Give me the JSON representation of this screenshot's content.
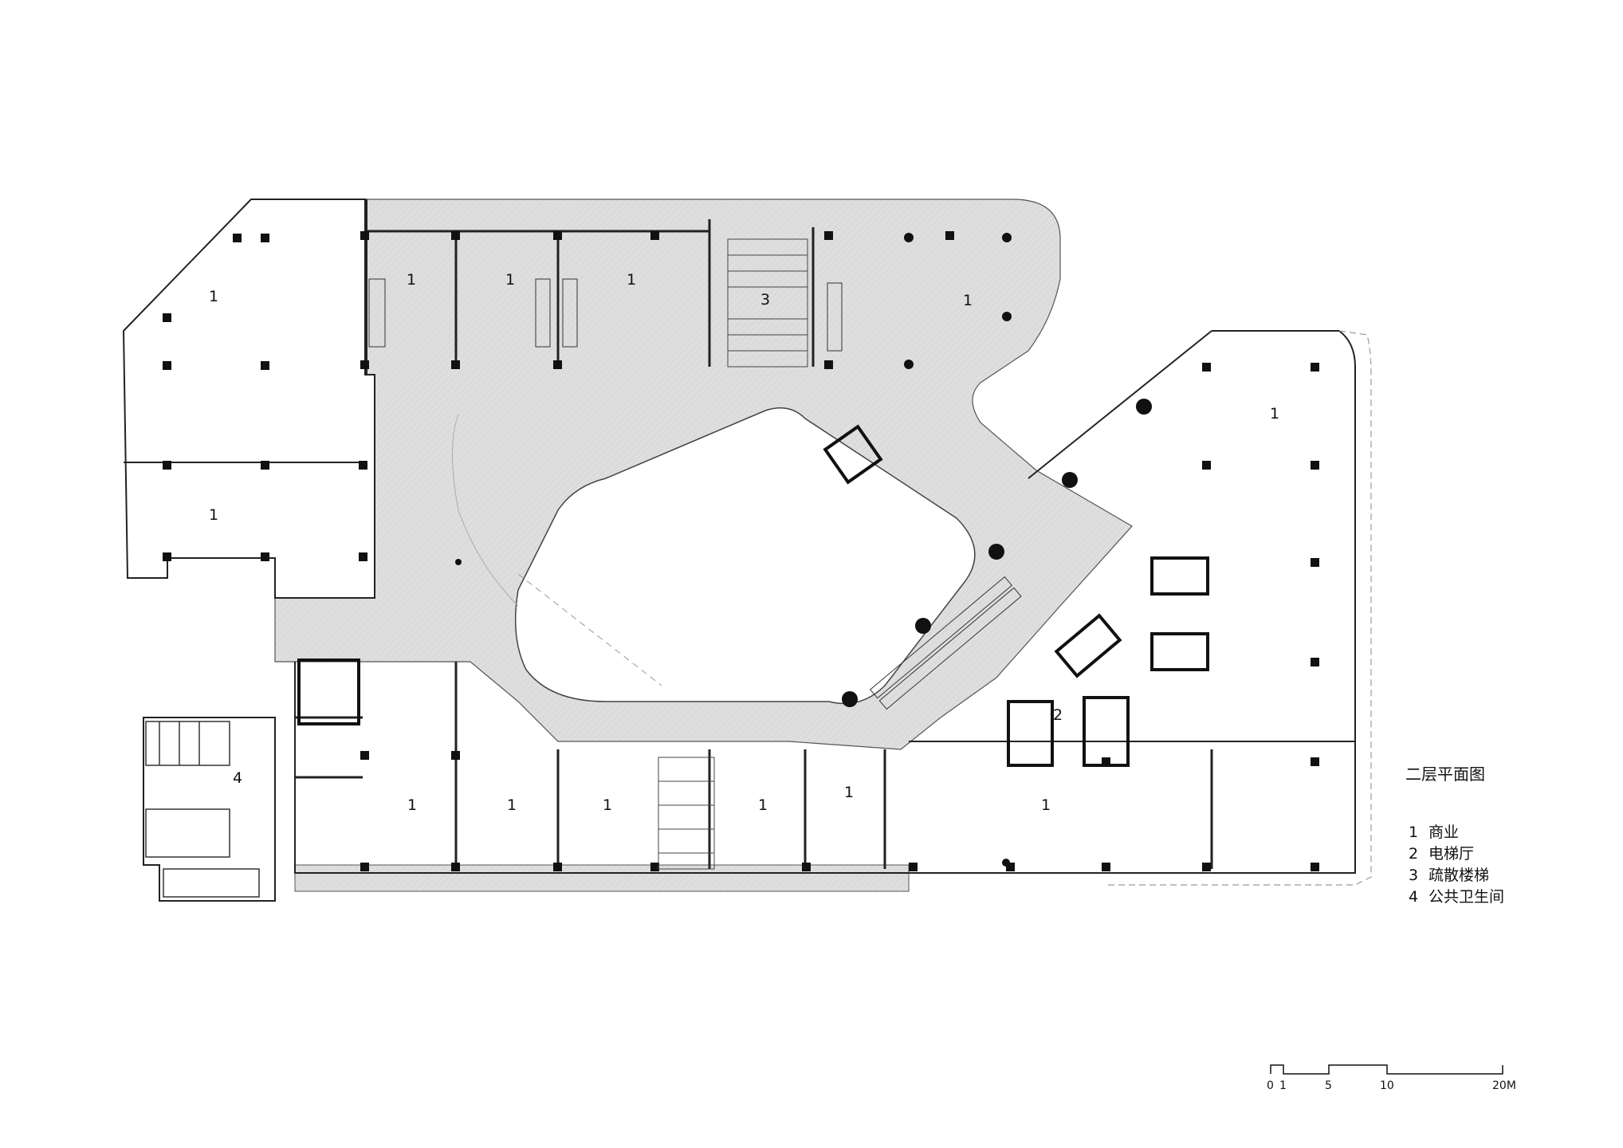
{
  "title": "二层平面图",
  "legend": [
    {
      "num": "1",
      "text": "商业"
    },
    {
      "num": "2",
      "text": "电梯厅"
    },
    {
      "num": "3",
      "text": "疏散楼梯"
    },
    {
      "num": "4",
      "text": "公共卫生间"
    }
  ],
  "room_labels": {
    "r1": "1",
    "r2": "1",
    "r3": "1",
    "r4": "1",
    "r5": "1",
    "r6": "1",
    "r7": "1",
    "r8": "1",
    "r9": "1",
    "r10": "1",
    "r11": "1",
    "r12": "1",
    "r13": "1",
    "elev_hall": "2",
    "stair": "3",
    "toilet": "4"
  },
  "scale_bar": {
    "ticks": [
      "0",
      "1",
      "5",
      "10",
      "20M"
    ]
  },
  "colors": {
    "corridor": "#dcdcdc",
    "wall": "#111111",
    "line": "#333333"
  }
}
